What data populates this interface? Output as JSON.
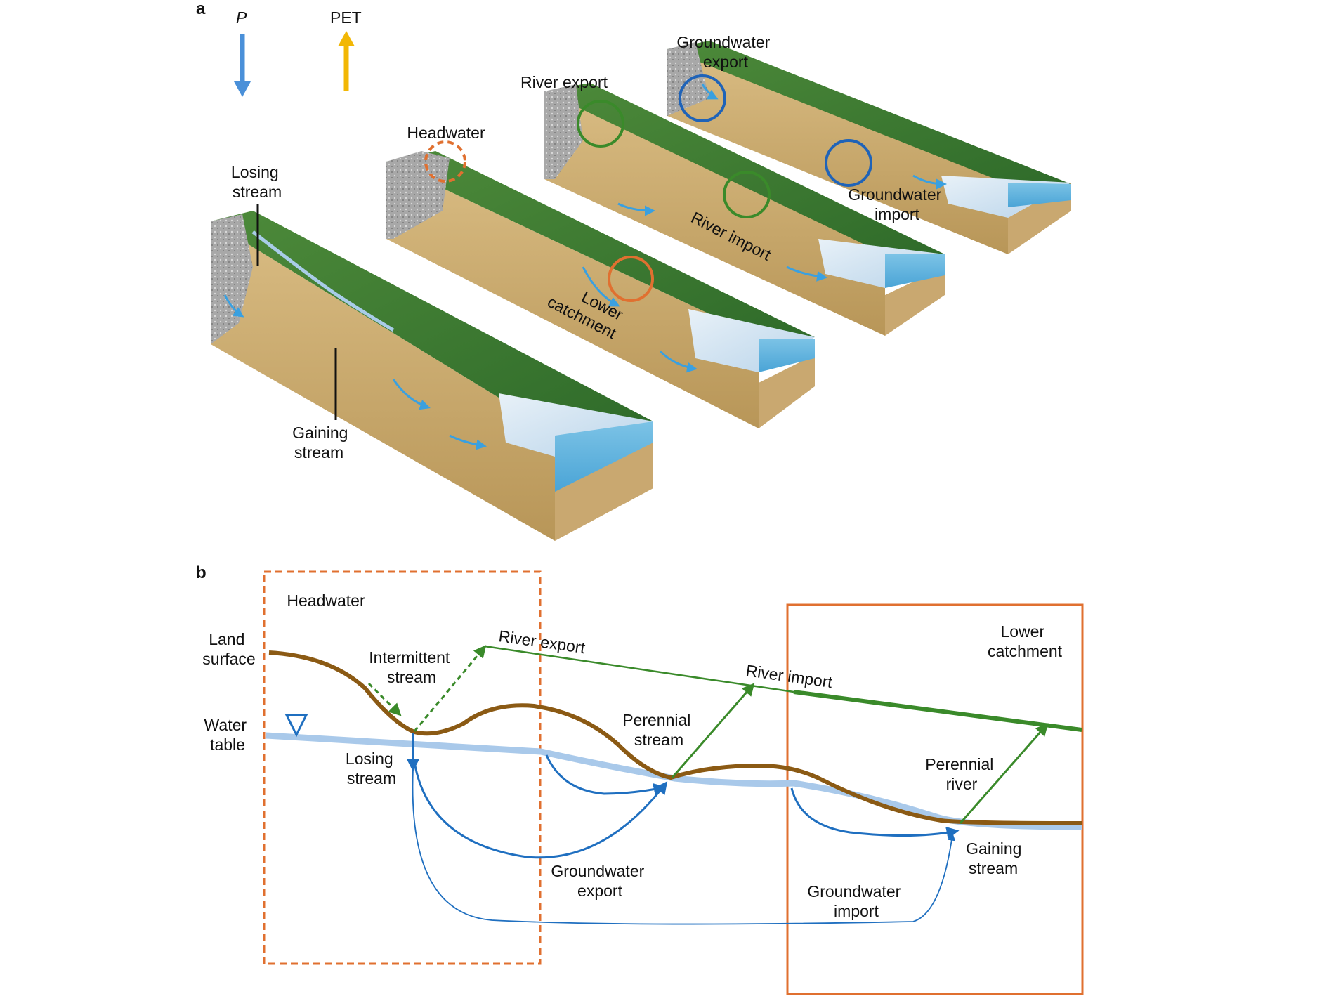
{
  "panel_a": {
    "panel_label": "a",
    "legend": {
      "precipitation": "P",
      "evapotranspiration": "PET"
    },
    "labels": {
      "losing_stream": [
        "Losing",
        "stream"
      ],
      "gaining_stream": [
        "Gaining",
        "stream"
      ],
      "headwater": "Headwater",
      "lower_catchment": [
        "Lower",
        "catchment"
      ],
      "river_export": "River export",
      "river_import": "River import",
      "groundwater_export": [
        "Groundwater",
        "export"
      ],
      "groundwater_import": [
        "Groundwater",
        "import"
      ]
    },
    "colors": {
      "precip_arrow": "#4a90d9",
      "pet_arrow": "#f2b705",
      "headwater_circle": "#e07030",
      "river_circle": "#3a8a2a",
      "groundwater_circle": "#1f63b8"
    }
  },
  "panel_b": {
    "panel_label": "b",
    "labels": {
      "headwater": "Headwater",
      "land_surface": [
        "Land",
        "surface"
      ],
      "water_table": [
        "Water",
        "table"
      ],
      "intermittent_stream": [
        "Intermittent",
        "stream"
      ],
      "river_export": "River export",
      "river_import": "River import",
      "lower_catchment": [
        "Lower",
        "catchment"
      ],
      "perennial_stream": [
        "Perennial",
        "stream"
      ],
      "losing_stream": [
        "Losing",
        "stream"
      ],
      "perennial_river": [
        "Perennial",
        "river"
      ],
      "gaining_stream": [
        "Gaining",
        "stream"
      ],
      "groundwater_export": [
        "Groundwater",
        "export"
      ],
      "groundwater_import": [
        "Groundwater",
        "import"
      ]
    },
    "colors": {
      "land_surface": "#8b5a14",
      "water_table": "#a9c9ea",
      "river": "#3a8a2a",
      "groundwater": "#1f6fc0",
      "box": "#e07030"
    }
  }
}
